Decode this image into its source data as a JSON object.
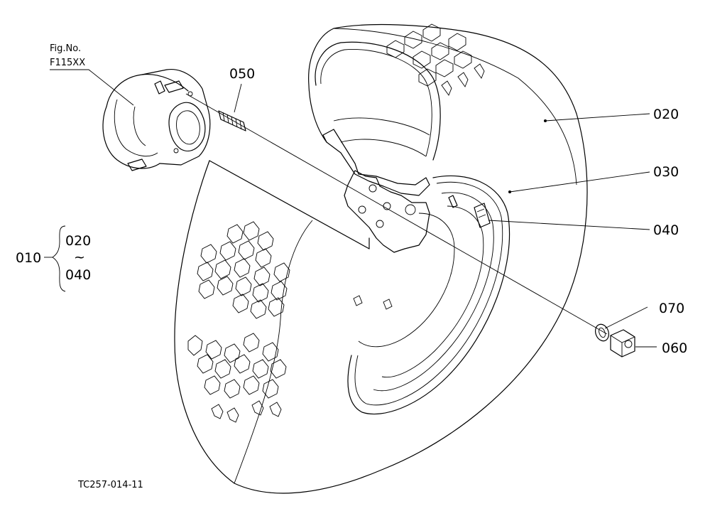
{
  "figure": {
    "fig_no_label": "Fig.No.",
    "fig_no_value": "F115XX",
    "drawing_code": "TC257-014-11"
  },
  "callouts": {
    "p010": "010",
    "p020": "020",
    "p030": "030",
    "p040": "040",
    "p050": "050",
    "p060": "060",
    "p070": "070"
  },
  "assembly_group": {
    "label": "010",
    "range_start": "020",
    "range_symbol": "~",
    "range_end": "040"
  },
  "colors": {
    "line": "#000000",
    "background": "#ffffff"
  }
}
